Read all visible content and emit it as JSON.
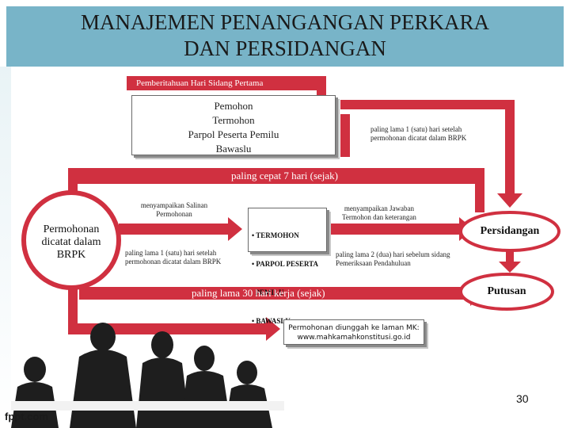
{
  "title": [
    "MANAJEMEN PENANGANGAN PERKARA",
    "DAN PERSIDANGAN"
  ],
  "banner_top": "Pemberitahuan Hari Sidang Pertama",
  "parties_box": [
    "Pemohon",
    "Termohon",
    "Parpol Peserta Pemilu",
    "Bawaslu"
  ],
  "note_right_top": [
    "paling lama 1 (satu) hari  setelah",
    "permohonan dicatat dalam BRPK"
  ],
  "banner_7days": "paling cepat 7 hari (sejak)",
  "note_copy": [
    "menyampaikan Salinan",
    "Permohonan"
  ],
  "circle_left": [
    "Permohonan",
    "dicatat dalam",
    "BRPK"
  ],
  "note_copy_time": [
    "paling lama 1 (satu) hari setelah",
    "permohonan dicatat dalam BRPK"
  ],
  "respondents_box": [
    "• TERMOHON",
    "• PARPOL PESERTA",
    "  PEMILU",
    "• BAWASLU"
  ],
  "note_answer": [
    "menyampaikan Jawaban",
    "Termohon dan keterangan"
  ],
  "note_answer_time": [
    "paling lama 2 (dua) hari sebelum sidang",
    "Pemeriksaan Pendahuluan"
  ],
  "label_hearing": "Persidangan",
  "banner_30days": "paling lama 30 hari kerja (sejak)",
  "label_verdict": "Putusan",
  "upload_box": [
    "Permohonan diunggah ke laman MK:",
    "www.mahkamahkonstitusi.go.id"
  ],
  "page_number": "30",
  "logo_text": "fppt.com",
  "colors": {
    "title_band": "#78b4c8",
    "flow_red": "#d03040",
    "text_dark": "#1a1a1a"
  }
}
